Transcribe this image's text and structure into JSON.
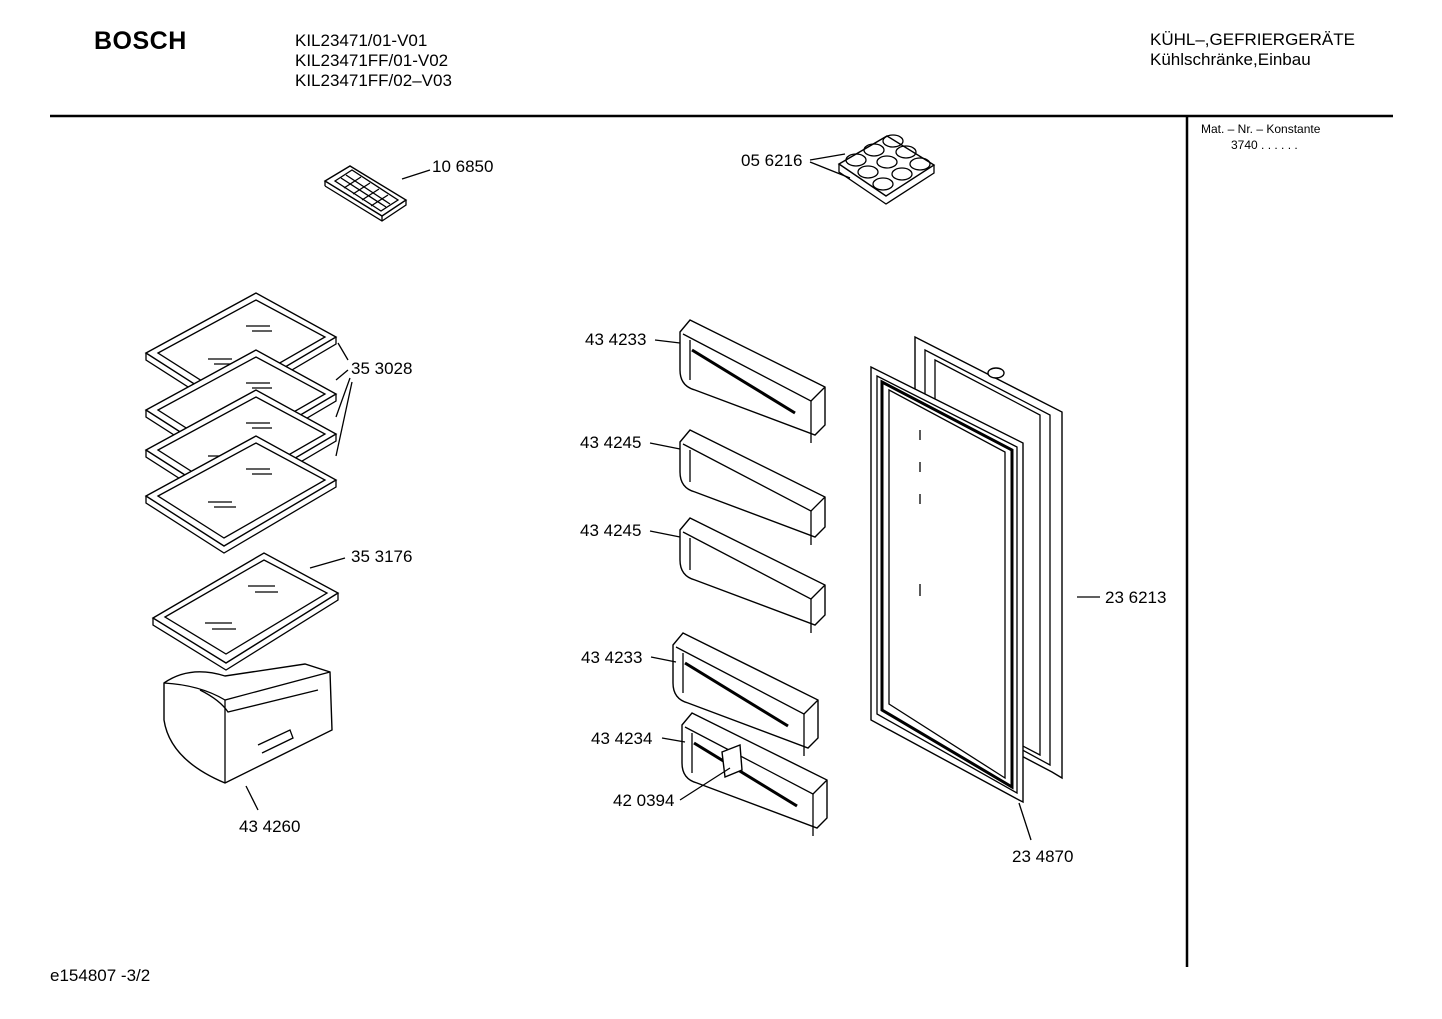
{
  "header": {
    "brand": "BOSCH",
    "models": [
      "KIL23471/01-V01",
      "KIL23471FF/01-V02",
      "KIL23471FF/02–V03"
    ],
    "category_line1": "KÜHL–,GEFRIERGERÄTE",
    "category_line2": "Kühlschränke,Einbau"
  },
  "side_panel": {
    "heading": "Mat. – Nr. – Konstante",
    "value": "3740  .  .    .  .  .  ."
  },
  "parts": [
    {
      "id": "ice-tray",
      "label": "10 6850"
    },
    {
      "id": "egg-tray",
      "label": "05 6216"
    },
    {
      "id": "glass-shelf",
      "label": "35 3028"
    },
    {
      "id": "crisper-cover",
      "label": "35 3176"
    },
    {
      "id": "crisper-drawer",
      "label": "43 4260"
    },
    {
      "id": "door-shelf-top",
      "label": "43 4233"
    },
    {
      "id": "door-shelf-2",
      "label": "43 4245"
    },
    {
      "id": "door-shelf-3",
      "label": "43 4245"
    },
    {
      "id": "door-shelf-4",
      "label": "43 4233"
    },
    {
      "id": "bottle-shelf",
      "label": "43 4234"
    },
    {
      "id": "bottle-holder",
      "label": "42 0394"
    },
    {
      "id": "door",
      "label": "23 6213"
    },
    {
      "id": "door-gasket",
      "label": "23 4870"
    }
  ],
  "footer": {
    "drawing_id": "e154807 -3/2"
  }
}
